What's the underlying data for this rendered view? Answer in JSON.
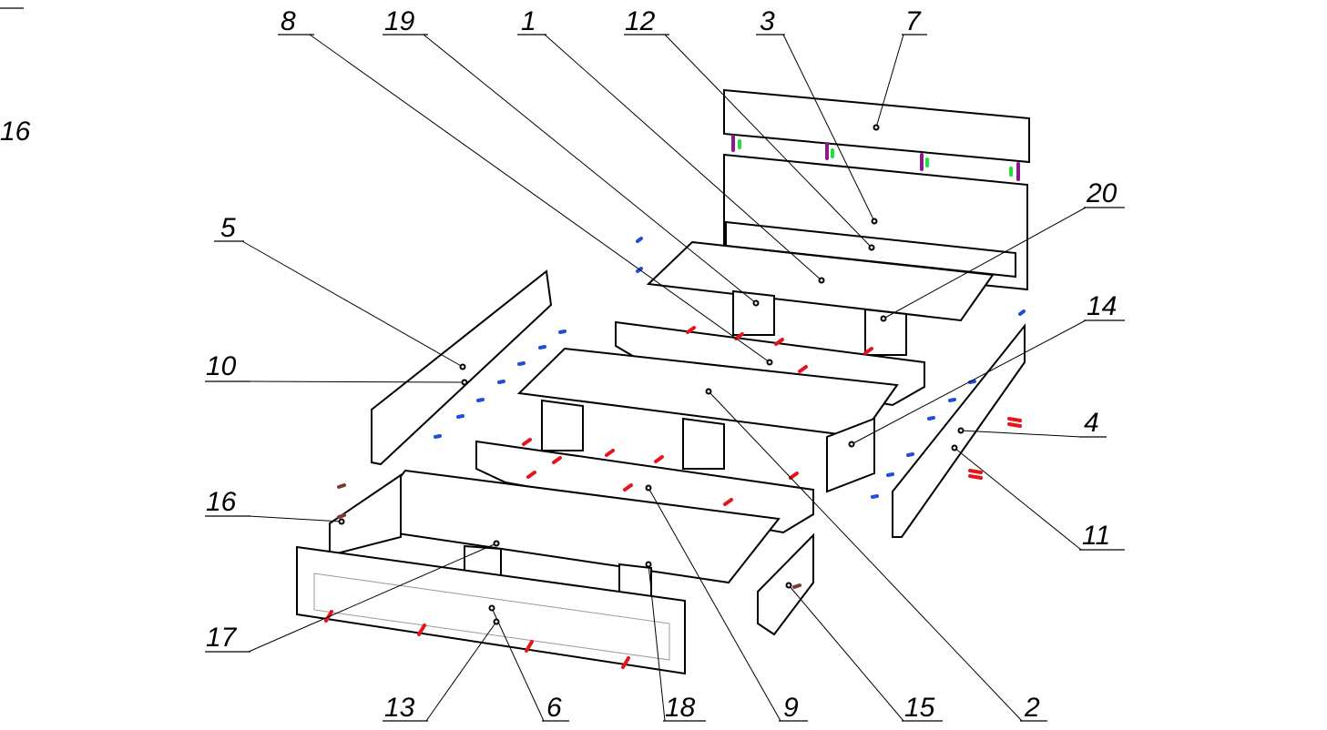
{
  "diagram": {
    "title_fragment_top_left": "1",
    "edge_label_left": "16",
    "part_labels": [
      "8",
      "19",
      "1",
      "12",
      "3",
      "7",
      "20",
      "14",
      "4",
      "11",
      "2",
      "15",
      "9",
      "18",
      "6",
      "13",
      "17",
      "16",
      "10",
      "5"
    ],
    "colors": {
      "line": "#000000",
      "hardware_red": "#e8141c",
      "hardware_blue": "#1f4fd8",
      "hardware_purple": "#8b1a8b",
      "hardware_green": "#22dd44",
      "hardware_brown": "#7a3b2a"
    }
  }
}
